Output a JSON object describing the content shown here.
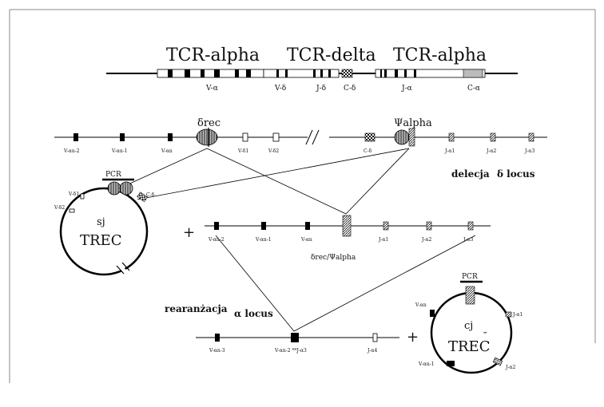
{
  "diagram": {
    "top_locus": {
      "headers": [
        "TCR-alpha",
        "TCR-delta",
        "TCR-alpha"
      ],
      "sublabels": [
        "V-α",
        "V-δ",
        "J-δ",
        "C-δ",
        "J-α",
        "C-α"
      ]
    },
    "locus2": {
      "labels": [
        "V-αn-2",
        "V-αn-1",
        "V-αn",
        "V-δ1",
        "V-δ2",
        "C-δ",
        "J-α1",
        "J-α2",
        "J-α3"
      ],
      "delta_rec": "δrec",
      "psi_alpha": "Ψalpha",
      "caption_word": "delecja",
      "caption_locus": "δ locus"
    },
    "sj_trec": {
      "pcr": "PCR",
      "sj": "sj",
      "trec": "TREC",
      "labels": [
        "V-δ1",
        "V-δ2",
        "C-δ"
      ]
    },
    "plus": "+",
    "locus3": {
      "labels": [
        "V-αn-2",
        "V-αn-1",
        "V-αn",
        "J-α1",
        "J-α2",
        "J-α3"
      ],
      "caption": "δrec/Ψalpha"
    },
    "locus4": {
      "caption_word": "rearanżacja",
      "caption_locus": "α locus",
      "labels": [
        "V-αn-3",
        "V-αn-2 **J-α3",
        "J-α4"
      ]
    },
    "cj_trec": {
      "pcr": "PCR",
      "cj": "cj",
      "trec": "TREC",
      "breve": "˘",
      "labels": [
        "V-αn",
        "V-αn-1",
        "J-α1",
        "J-α2"
      ]
    }
  }
}
